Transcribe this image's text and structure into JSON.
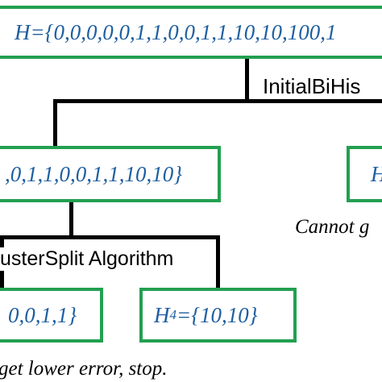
{
  "colors": {
    "box_border": "#22a050",
    "box_text": "#1f5fa0",
    "connector": "#000000"
  },
  "boxes": {
    "top": "H={0,0,0,0,0,1,1,0,0,1,1,10,10,100,1",
    "mid_left": ",0,1,1,0,0,1,1,10,10}",
    "mid_right": "H",
    "bottom_left": "0,0,1,1}",
    "bottom_right_sym": "H",
    "bottom_right_sub": "4",
    "bottom_right_rest": "={10,10}"
  },
  "labels": {
    "initial": "InitialBiHis",
    "cluster": "usterSplit Algorithm"
  },
  "notes": {
    "cannot": "Cannot g",
    "stop": "get lower error, stop."
  }
}
